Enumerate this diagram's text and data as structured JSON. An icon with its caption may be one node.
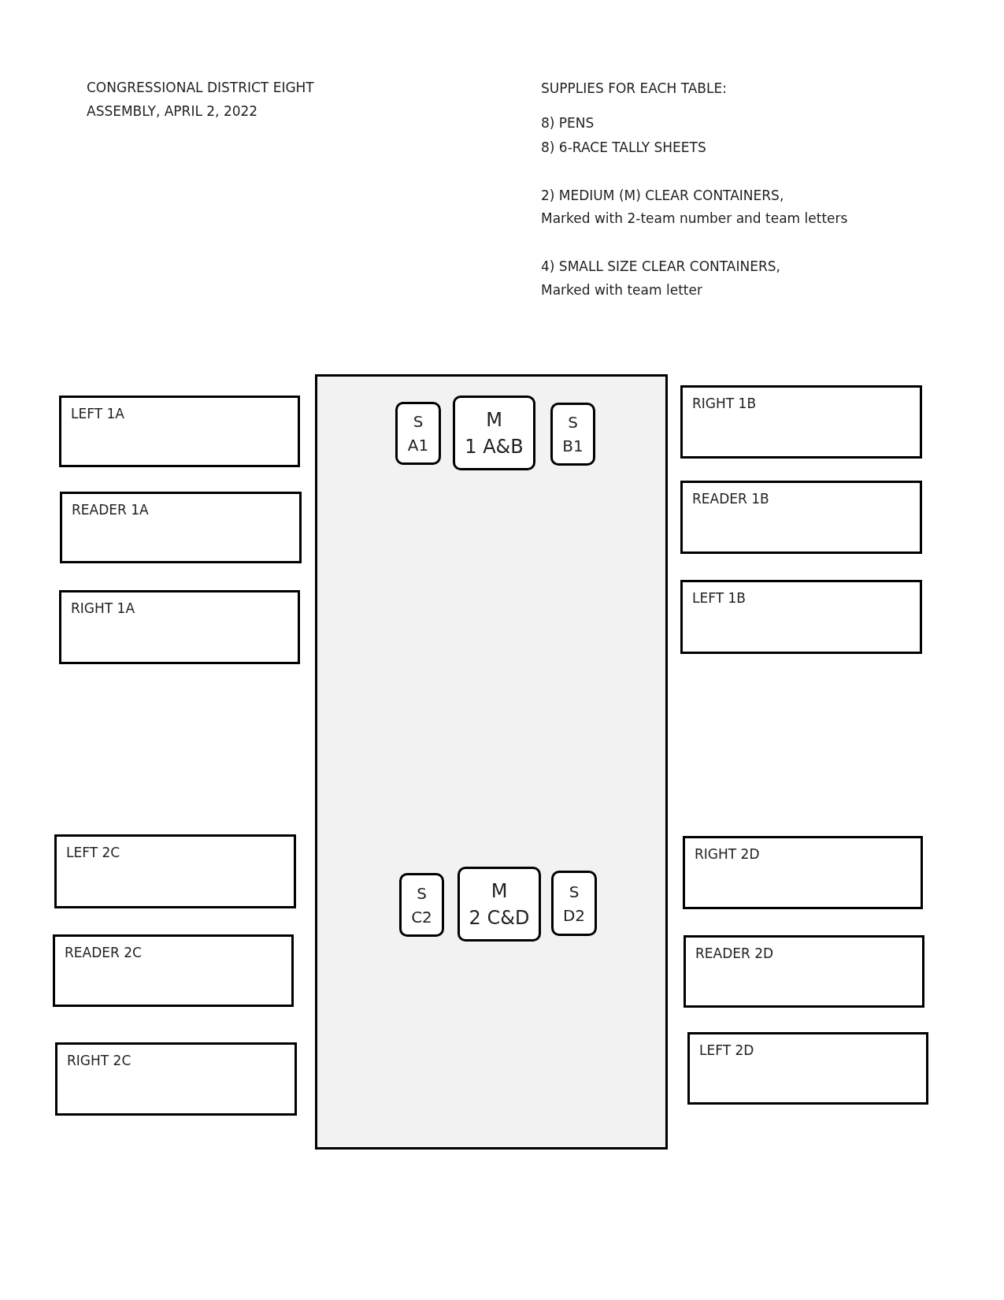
{
  "diagram": {
    "nodes": [
      {
        "text": [
          "LEFT 1A"
        ]
      },
      {
        "text": [
          "READER 1A"
        ]
      },
      {
        "text": [
          "RIGHT 1A"
        ]
      },
      {
        "text": [
          "LEFT 2C"
        ]
      },
      {
        "text": [
          "READER 2C"
        ]
      },
      {
        "text": [
          "RIGHT 2C"
        ]
      },
      {
        "text": [],
        "shape": "box"
      },
      {
        "text": [
          "S",
          "A1"
        ],
        "in": 6
      },
      {
        "text": [
          "M",
          "1 A&B"
        ],
        "in": 6
      },
      {
        "text": [
          "S",
          "B1"
        ],
        "in": 6
      },
      {
        "text": [
          "S",
          "C2"
        ],
        "in": 6
      },
      {
        "text": [
          "M",
          "2 C&D"
        ],
        "in": 6
      },
      {
        "text": [
          "S",
          "D2"
        ],
        "in": 6
      },
      {
        "text": [
          "RIGHT 1B"
        ]
      },
      {
        "text": [
          "READER 1B"
        ]
      },
      {
        "text": [
          "LEFT 1B"
        ]
      },
      {
        "text": [
          "RIGHT 2D"
        ]
      },
      {
        "text": [
          "READER 2D"
        ]
      },
      {
        "text": [
          "LEFT 2D"
        ]
      }
    ],
    "labels": [
      "CONGRESSIONAL DISTRICT EIGHT",
      "ASSEMBLY, APRIL 2, 2022",
      "SUPPLIES FOR EACH TABLE:",
      "8) PENS",
      "8) 6-RACE TALLY SHEETS",
      "2) MEDIUM (M) CLEAR CONTAINERS,",
      "Marked with 2-team number and team letters",
      "4) SMALL SIZE CLEAR CONTAINERS,",
      "Marked with team letter"
    ]
  }
}
